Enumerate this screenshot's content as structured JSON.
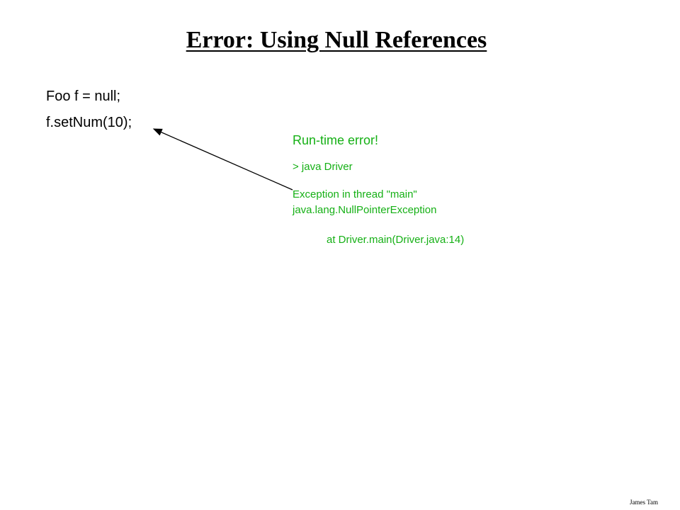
{
  "slide": {
    "title": "Error: Using Null References",
    "code_lines": [
      "Foo f = null;",
      "f.setNum(10);"
    ],
    "error_box": {
      "heading": "Run-time error!",
      "command": "> java Driver",
      "exception_line1": "Exception in thread \"main\"",
      "exception_line2": "java.lang.NullPointerException",
      "stack_line": "at Driver.main(Driver.java:14)",
      "color": "#15b015"
    },
    "author": "James Tam"
  }
}
